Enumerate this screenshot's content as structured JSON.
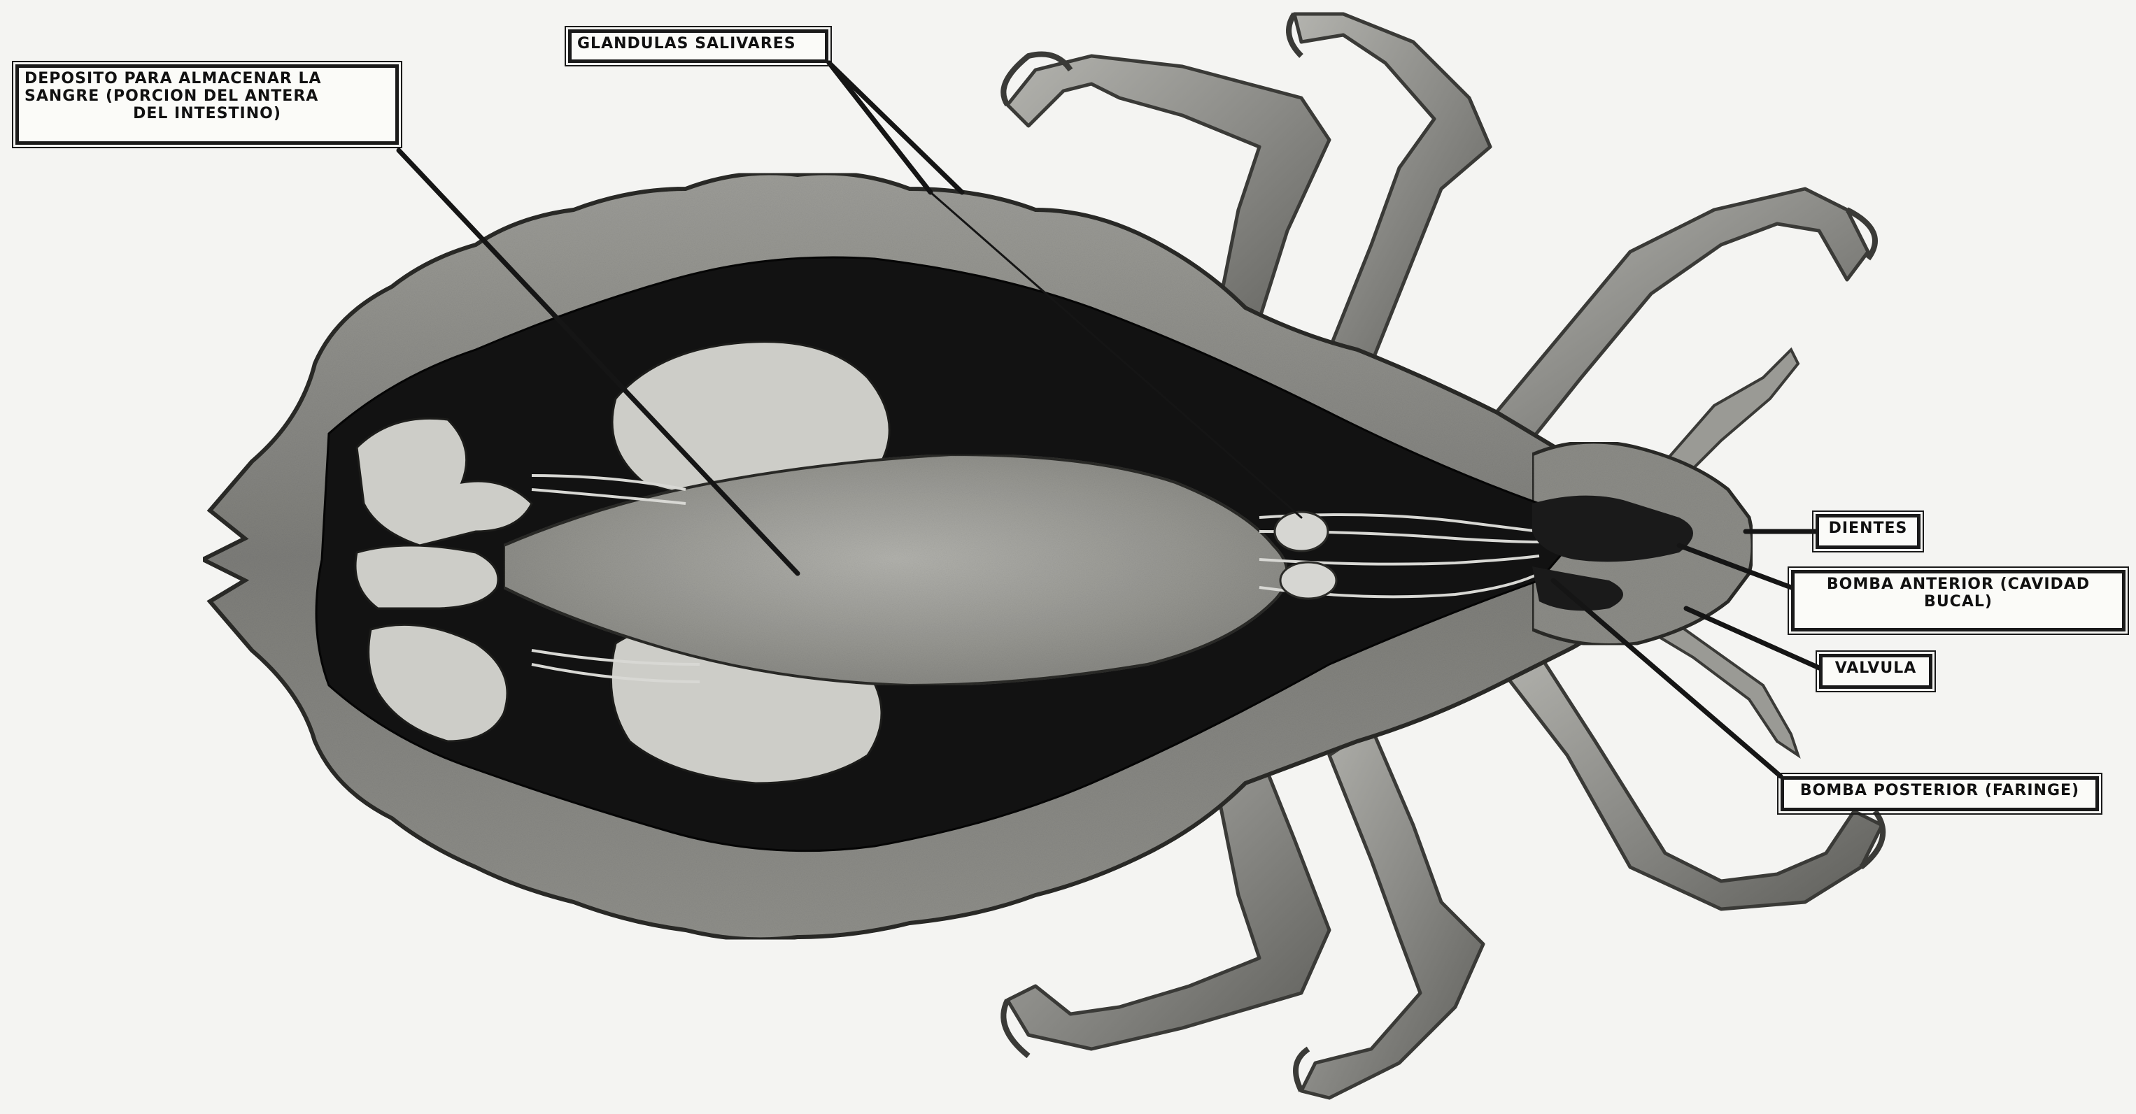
{
  "labels": {
    "deposito": {
      "lines": [
        "DEPOSITO PARA ALMACENAR LA",
        "SANGRE (PORCION DEL ANTERA",
        "DEL INTESTINO)"
      ]
    },
    "glandulas": {
      "text": "GLANDULAS SALIVARES"
    },
    "dientes": {
      "text": "DIENTES"
    },
    "bomba_anterior": {
      "lines": [
        "BOMBA ANTERIOR (CAVIDAD",
        "BUCAL)"
      ]
    },
    "valvula": {
      "text": "VALVULA"
    },
    "bomba_posterior": {
      "text": "BOMBA POSTERIOR (FARINGE)"
    }
  },
  "colors": {
    "paper": "#f4f4f2",
    "body_rim": "#8e8e8a",
    "cavity": "#111111",
    "organ_light": "#cfcfcb",
    "gut": "#9c9c97",
    "ink": "#1a1a1a"
  }
}
